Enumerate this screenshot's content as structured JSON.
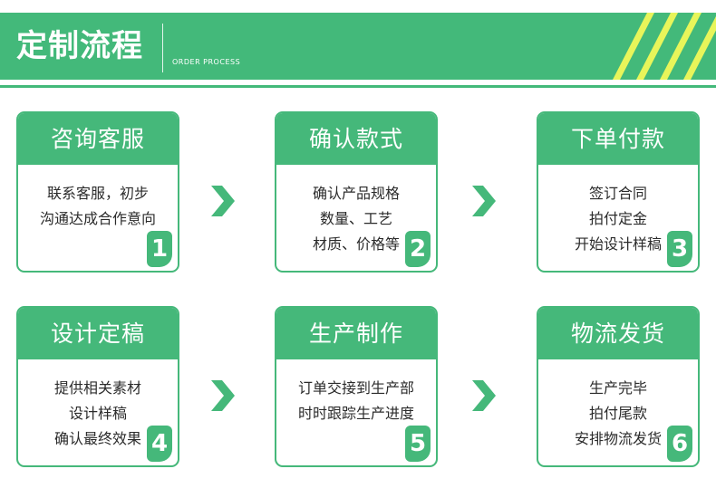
{
  "header": {
    "title": "定制流程",
    "subtitle": "ORDER PROCESS"
  },
  "colors": {
    "brand_green": "#43b97a",
    "stripe_yellow": "#e8f55a"
  },
  "steps": [
    {
      "title": "咨询客服",
      "lines": [
        "联系客服，初步",
        "沟通达成合作意向"
      ],
      "number": "1"
    },
    {
      "title": "确认款式",
      "lines": [
        "确认产品规格",
        "数量、工艺",
        "材质、价格等"
      ],
      "number": "2"
    },
    {
      "title": "下单付款",
      "lines": [
        "签订合同",
        "拍付定金",
        "开始设计样稿"
      ],
      "number": "3"
    },
    {
      "title": "设计定稿",
      "lines": [
        "提供相关素材",
        "设计样稿",
        "确认最终效果"
      ],
      "number": "4"
    },
    {
      "title": "生产制作",
      "lines": [
        "订单交接到生产部",
        "时时跟踪生产进度"
      ],
      "number": "5"
    },
    {
      "title": "物流发货",
      "lines": [
        "生产完毕",
        "拍付尾款",
        "安排物流发货"
      ],
      "number": "6"
    }
  ],
  "icons": {
    "connector": "chevron-right-icon"
  }
}
